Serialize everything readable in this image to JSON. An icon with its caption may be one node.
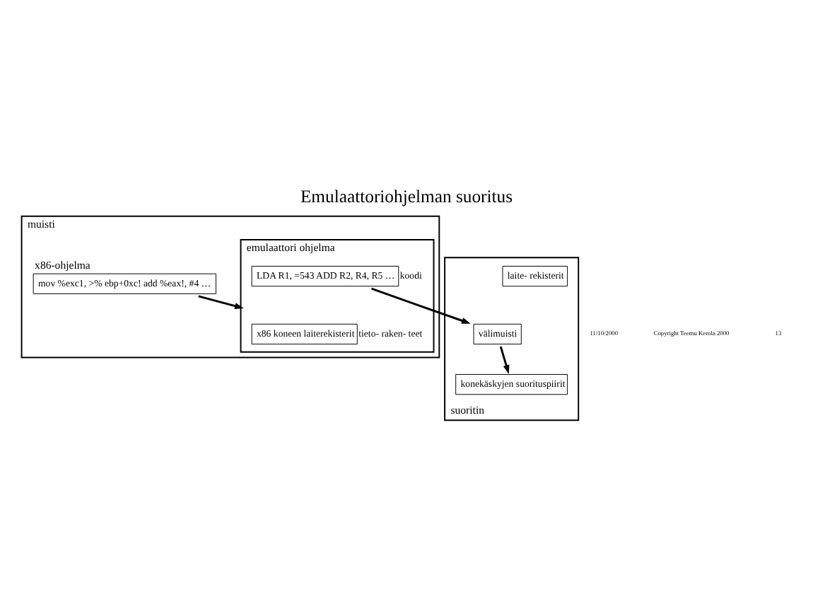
{
  "diagram": {
    "title": "Emulaattoriohjelman suoritus",
    "nodes": [
      {
        "text": [
          "muisti"
        ]
      },
      {
        "text": [
          "emulaattori ohjelma"
        ],
        "in": 0
      },
      {
        "text": [
          "x86 koneen laiterekisterit"
        ],
        "in": 1,
        "beside": [
          "tieto- raken- teet"
        ]
      },
      {
        "text": [
          "LDA R1, =543 ADD R2, R4, R5 …"
        ],
        "in": 1,
        "beside": [
          "koodi"
        ]
      },
      {
        "text": [
          "x86-ohjelma",
          "mov %exc1, >% ebp+0xc! add %eax!, #4 …"
        ],
        "in": 0
      },
      {
        "text": [
          "suoritin"
        ]
      },
      {
        "text": [
          "välimuisti"
        ],
        "in": 5
      },
      {
        "text": [
          "konekäskyjen suorituspiirit"
        ],
        "in": 5
      },
      {
        "text": [
          "laite- rekisterit"
        ],
        "in": 5
      }
    ],
    "edges": [
      {
        "from": 4,
        "to": 1,
        "arrow": "to"
      },
      {
        "from": 3,
        "to": 6,
        "arrow": "to"
      },
      {
        "from": 6,
        "to": 7,
        "arrow": "to"
      }
    ],
    "labels": [
      "11/10/2000",
      "Copyright Teemu Kerola 2000",
      "13"
    ]
  }
}
